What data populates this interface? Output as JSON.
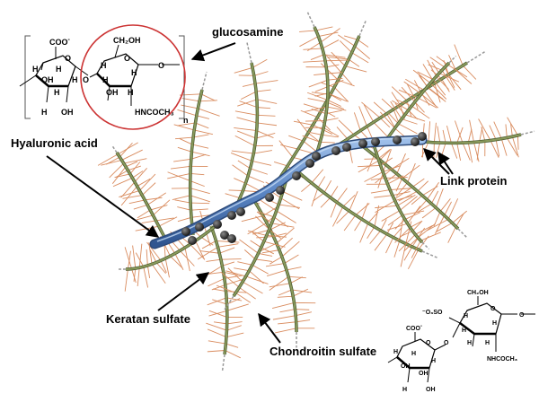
{
  "labels": {
    "glucosamine": "glucosamine",
    "hyaluronic_acid": "Hyaluronic acid",
    "link_protein": "Link protein",
    "keratan_sulfate": "Keratan sulfate",
    "chondroitin_sulfate": "Chondroitin sulfate"
  },
  "ha_structure": {
    "coo": "COO",
    "coo_charge": "-",
    "ch2oh": "CH₂OH",
    "nhcoch3": "HNCOCH₃",
    "subscript_n": "n",
    "h": "H",
    "oh": "OH",
    "o": "O"
  },
  "cs_structure": {
    "coo": "COO",
    "coo_charge": "-",
    "ch2oh": "CH₂OH",
    "o3so": "⁻O₃SO",
    "nhcoch3": "NHCOCH₃",
    "h": "H",
    "oh": "OH",
    "o": "O"
  },
  "colors": {
    "hyaluronic_backbone": "#5b86c4",
    "core_protein": "#8a9a5b",
    "side_chains": "#d98c5f",
    "link_protein": "#222222",
    "glucosamine_circle": "#cc3333"
  }
}
